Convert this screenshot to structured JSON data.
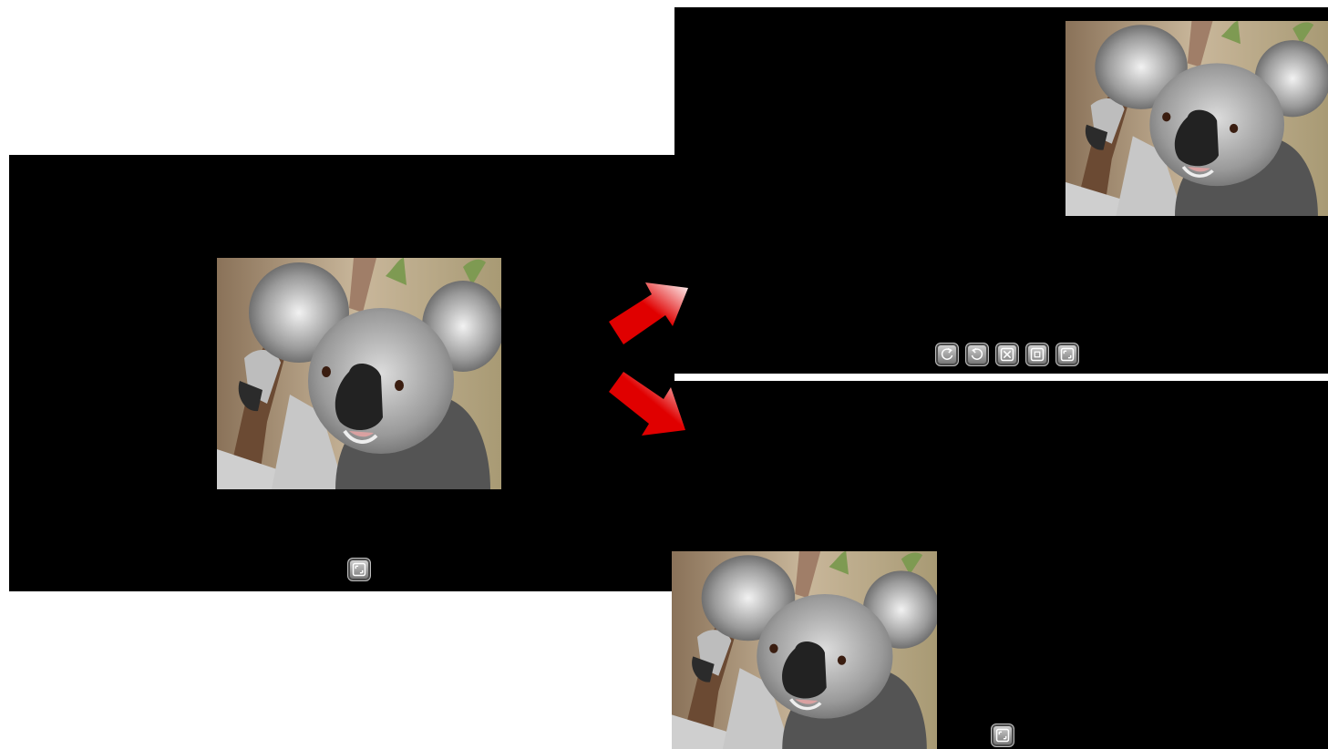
{
  "screens": {
    "main": {
      "photo_icon": "koala-photo",
      "controls": [
        "fullscreen-icon"
      ]
    },
    "top": {
      "photo_icon": "koala-photo",
      "controls": [
        "rotate-left-icon",
        "rotate-right-icon",
        "close-icon",
        "zoom-in-icon",
        "fullscreen-icon"
      ]
    },
    "bottom": {
      "photo_icon": "koala-photo",
      "controls": [
        "fullscreen-icon"
      ]
    }
  },
  "arrows": [
    "arrow-up-right-icon",
    "arrow-down-right-icon"
  ],
  "colors": {
    "screen_bg": "#000000",
    "page_bg": "#ffffff",
    "arrow_red": "#e00000"
  }
}
